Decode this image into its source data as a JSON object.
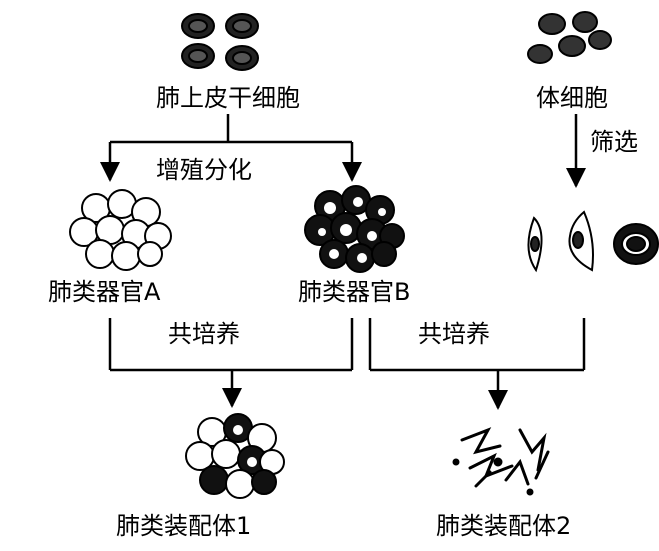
{
  "labels": {
    "lung_stem_cells": "肺上皮干细胞",
    "somatic_cells": "体细胞",
    "screening": "筛选",
    "proliferation": "增殖分化",
    "organoid_a": "肺类器官A",
    "organoid_b": "肺类器官B",
    "coculture_1": "共培养",
    "coculture_2": "共培养",
    "assembloid_1": "肺类装配体1",
    "assembloid_2": "肺类装配体2"
  },
  "colors": {
    "ink": "#000000",
    "paper": "#ffffff",
    "shade": "#1a1a1a"
  }
}
